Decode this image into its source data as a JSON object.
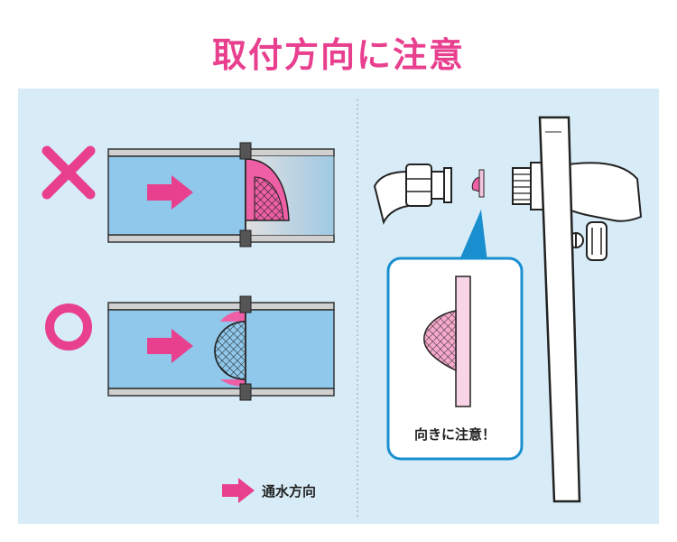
{
  "title": "取付方向に注意",
  "legend": {
    "label": "通水方向"
  },
  "callout": {
    "text": "向きに注意！"
  },
  "colors": {
    "accent": "#e8408f",
    "panel": "#d8ecf8",
    "pipe": "#8fc8ea",
    "outline": "#222222"
  },
  "markers": {
    "wrong": "cross-mark",
    "correct": "circle-mark"
  }
}
